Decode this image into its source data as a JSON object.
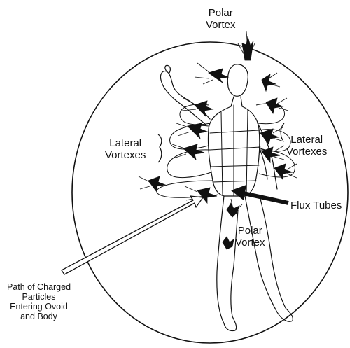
{
  "labels": {
    "polar_vortex_top": {
      "line1": "Polar",
      "line2": "Vortex"
    },
    "lateral_left": {
      "line1": "Lateral",
      "line2": "Vortexes"
    },
    "lateral_right": {
      "line1": "Lateral",
      "line2": "Vortexes"
    },
    "flux_tubes": "Flux Tubes",
    "polar_vortex_bottom": {
      "line1": "Polar",
      "line2": "Vortex"
    },
    "charged_particles": {
      "line1": "Path of Charged",
      "line2": "Particles",
      "line3": "Entering Ovoid",
      "line4": "and Body"
    }
  },
  "colors": {
    "ink": "#111111",
    "background": "#ffffff"
  }
}
